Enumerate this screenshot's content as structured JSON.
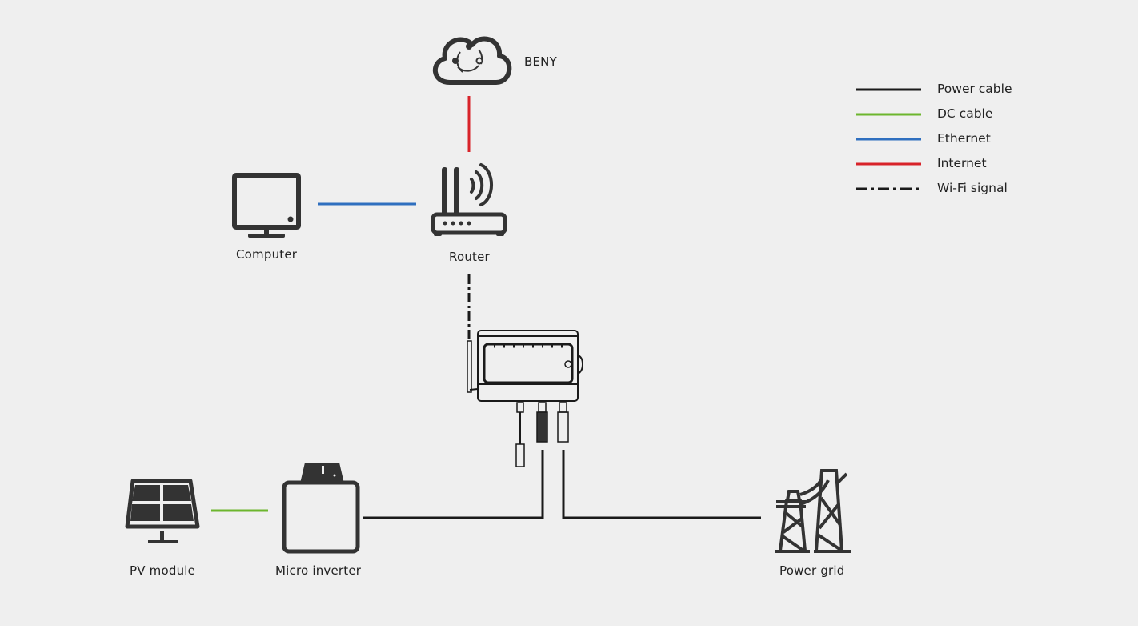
{
  "diagram": {
    "nodes": {
      "cloud": {
        "label": "BENY",
        "icon": "cloud-icon"
      },
      "computer": {
        "label": "Computer",
        "icon": "monitor-icon"
      },
      "router": {
        "label": "Router",
        "icon": "router-icon"
      },
      "controller": {
        "label": "",
        "icon": "controller-device-icon"
      },
      "pv_module": {
        "label": "PV module",
        "icon": "solar-panel-icon"
      },
      "micro_inverter": {
        "label": "Micro inverter",
        "icon": "micro-inverter-icon"
      },
      "power_grid": {
        "label": "Power grid",
        "icon": "power-tower-icon"
      }
    },
    "connections": [
      {
        "from": "cloud",
        "to": "router",
        "type": "Internet"
      },
      {
        "from": "computer",
        "to": "router",
        "type": "Ethernet"
      },
      {
        "from": "router",
        "to": "controller",
        "type": "Wi-Fi signal"
      },
      {
        "from": "pv_module",
        "to": "micro_inverter",
        "type": "DC cable"
      },
      {
        "from": "micro_inverter",
        "to": "controller",
        "type": "Power cable"
      },
      {
        "from": "controller",
        "to": "power_grid",
        "type": "Power cable"
      }
    ]
  },
  "legend": {
    "items": [
      {
        "label": "Power cable",
        "color": "#1a1a1a",
        "style": "solid"
      },
      {
        "label": "DC cable",
        "color": "#6cb62e",
        "style": "solid"
      },
      {
        "label": "Ethernet",
        "color": "#2f6fbf",
        "style": "solid"
      },
      {
        "label": "Internet",
        "color": "#d8232a",
        "style": "solid"
      },
      {
        "label": "Wi-Fi signal",
        "color": "#1a1a1a",
        "style": "dash-dot"
      }
    ]
  },
  "colors": {
    "background": "#efefef",
    "icon": "#333333"
  }
}
